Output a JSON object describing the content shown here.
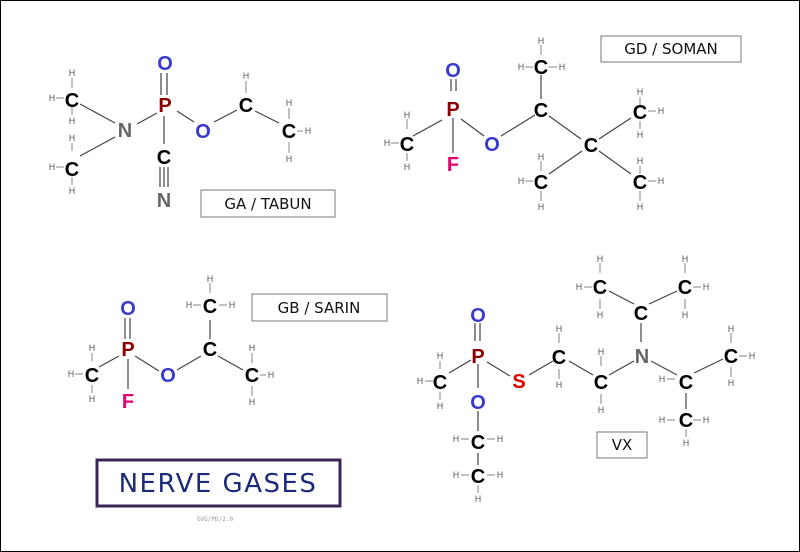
{
  "title": "NERVE GASES",
  "credit": "GVG/PD/2.0",
  "colors": {
    "C": "#000000",
    "P": "#8b0000",
    "O": "#3a3acd",
    "N": "#666666",
    "F": "#e0006e",
    "S": "#e00000",
    "H": "#666666"
  },
  "molecules": [
    {
      "id": "tabun",
      "label": "GA / TABUN",
      "atoms": [
        {
          "el": "C"
        },
        {
          "el": "C"
        },
        {
          "el": "N"
        },
        {
          "el": "P"
        },
        {
          "el": "O"
        },
        {
          "el": "O"
        },
        {
          "el": "C"
        },
        {
          "el": "C"
        },
        {
          "el": "C"
        },
        {
          "el": "N"
        }
      ]
    },
    {
      "id": "soman",
      "label": "GD / SOMAN",
      "atoms": [
        {
          "el": "C"
        },
        {
          "el": "P"
        },
        {
          "el": "O"
        },
        {
          "el": "F"
        },
        {
          "el": "O"
        },
        {
          "el": "C"
        },
        {
          "el": "C"
        },
        {
          "el": "C"
        },
        {
          "el": "C"
        },
        {
          "el": "C"
        },
        {
          "el": "C"
        }
      ]
    },
    {
      "id": "sarin",
      "label": "GB / SARIN",
      "atoms": [
        {
          "el": "C"
        },
        {
          "el": "P"
        },
        {
          "el": "O"
        },
        {
          "el": "F"
        },
        {
          "el": "O"
        },
        {
          "el": "C"
        },
        {
          "el": "C"
        },
        {
          "el": "C"
        }
      ]
    },
    {
      "id": "vx",
      "label": "VX",
      "atoms": [
        {
          "el": "C"
        },
        {
          "el": "P"
        },
        {
          "el": "O"
        },
        {
          "el": "O"
        },
        {
          "el": "C"
        },
        {
          "el": "C"
        },
        {
          "el": "S"
        },
        {
          "el": "C"
        },
        {
          "el": "C"
        },
        {
          "el": "N"
        },
        {
          "el": "C"
        },
        {
          "el": "C"
        },
        {
          "el": "C"
        },
        {
          "el": "C"
        },
        {
          "el": "C"
        },
        {
          "el": "C"
        }
      ]
    }
  ]
}
